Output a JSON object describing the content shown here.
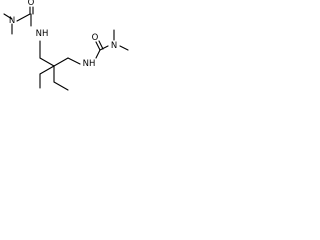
{
  "structure": {
    "atoms": {
      "n_top_dimethyl": "N",
      "o_top": "O",
      "nh_top": "NH",
      "nh_right": "NH",
      "o_right": "O",
      "n_right_dimethyl": "N"
    }
  }
}
